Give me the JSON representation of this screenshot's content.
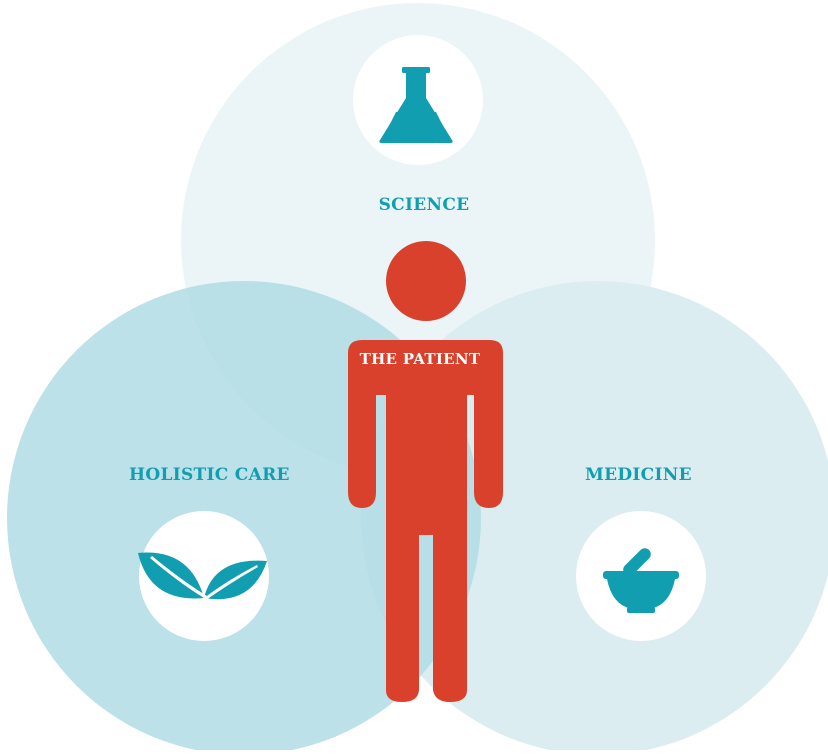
{
  "colors": {
    "background": "#ffffff",
    "accent_teal": "#109eb0",
    "patient_red": "#d9412c",
    "circle_science": "#ebf5f7",
    "circle_holistic": "#b3dde5",
    "circle_medicine": "#dcedf1",
    "icon_disc": "#ffffff"
  },
  "diagram": {
    "type": "venn",
    "sets": [
      {
        "label": "SCIENCE",
        "icon": "flask-icon"
      },
      {
        "label": "HOLISTIC CARE",
        "icon": "leaves-icon"
      },
      {
        "label": "MEDICINE",
        "icon": "mortar-pestle-icon"
      }
    ],
    "center": {
      "label": "THE PATIENT",
      "icon": "person-icon"
    }
  }
}
